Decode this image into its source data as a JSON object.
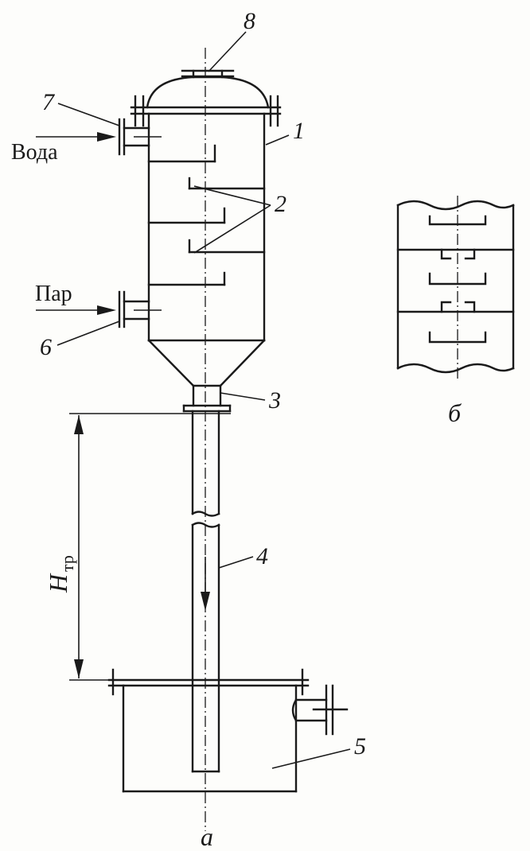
{
  "diagram": {
    "labels": {
      "num_1": "1",
      "num_2": "2",
      "num_3": "3",
      "num_4": "4",
      "num_5": "5",
      "num_6": "6",
      "num_7": "7",
      "num_8": "8",
      "water_inlet": "Вода",
      "steam_inlet": "Пар",
      "height_symbol": "H",
      "height_subscript": "тр",
      "caption_a": "а",
      "caption_b": "б"
    }
  }
}
